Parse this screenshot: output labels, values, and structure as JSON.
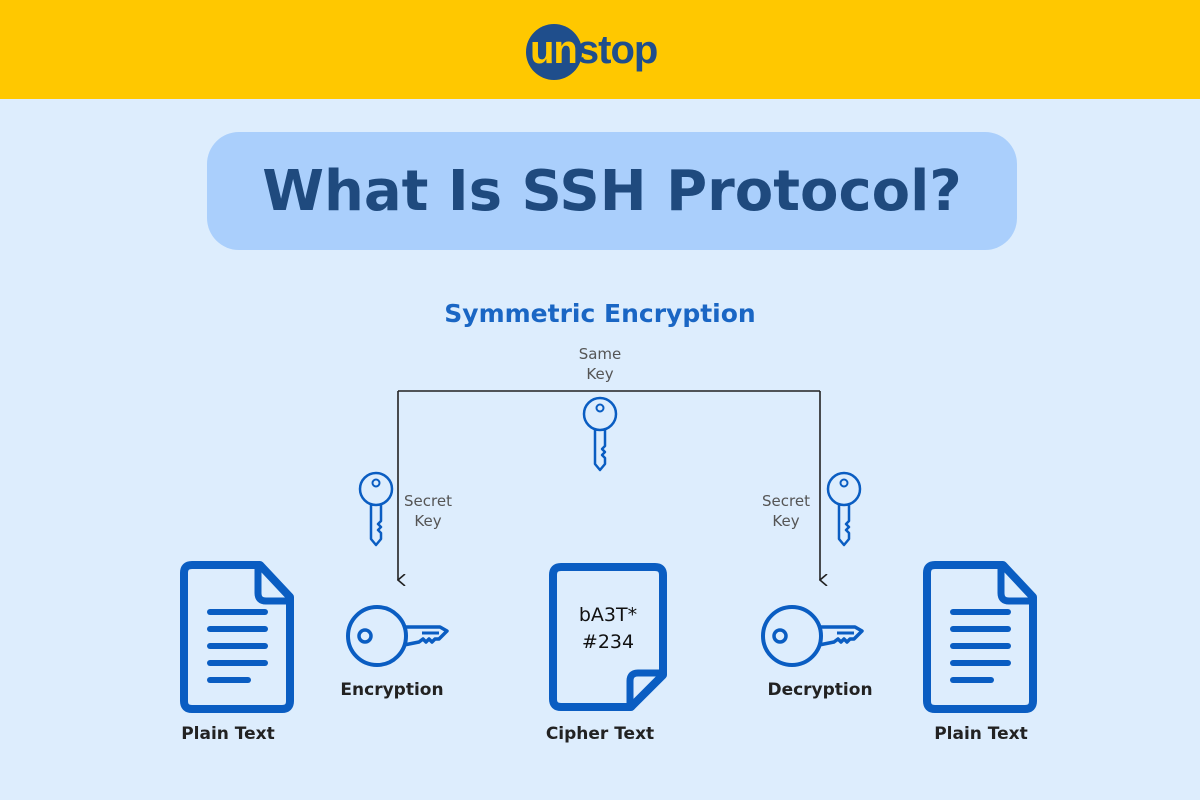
{
  "header": {
    "logo_text": "unstop",
    "logo_un": "un",
    "logo_stop": "stop",
    "background": "#FFC800"
  },
  "title": "What Is SSH Protocol?",
  "diagram": {
    "heading": "Symmetric Encryption",
    "same_key": [
      "Same",
      "Key"
    ],
    "secret_key_left": [
      "Secret",
      "Key"
    ],
    "secret_key_right": [
      "Secret",
      "Key"
    ],
    "encryption_label": "Encryption",
    "decryption_label": "Decryption",
    "plain_text_left": "Plain Text",
    "cipher_text": "Cipher Text",
    "plain_text_right": "Plain Text",
    "cipher_content": [
      "bA3T*",
      "#234"
    ],
    "icon_color": "#0A5DC2"
  }
}
